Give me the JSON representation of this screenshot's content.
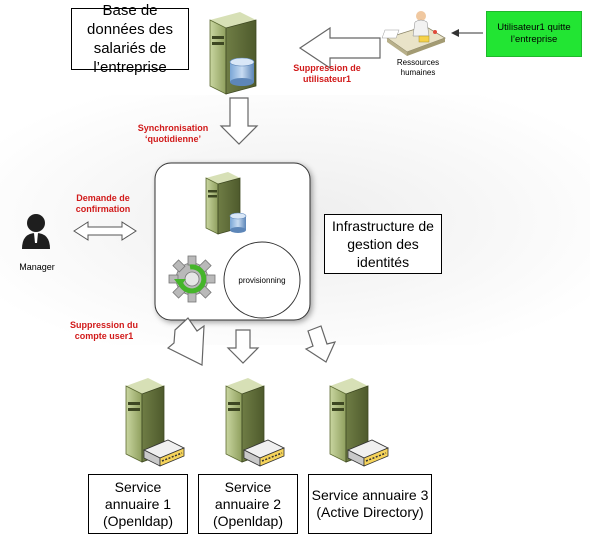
{
  "hr_db": {
    "label": "Base de données des salariés de l’entreprise"
  },
  "event": {
    "label": "Utilisateur1 quitte l’entreprise"
  },
  "hr": {
    "label": "Ressources humaines"
  },
  "labels": {
    "suppression_user": "Suppression de utilisateur1",
    "sync": "Synchronisation ‘quotidienne’",
    "demande": "Demande de confirmation",
    "suppression_compte": "Suppression du compte user1",
    "manager": "Manager",
    "provisioning": "provisionning"
  },
  "infra": {
    "label": "Infrastructure de gestion des identités"
  },
  "services": [
    {
      "label": "Service annuaire 1 (Openldap)"
    },
    {
      "label": "Service annuaire 2 (Openldap)"
    },
    {
      "label": "Service annuaire 3 (Active Directory)"
    }
  ],
  "colors": {
    "label_red": "#d11a1a",
    "event_green": "#22e533",
    "server_green": "#a9b97a"
  }
}
